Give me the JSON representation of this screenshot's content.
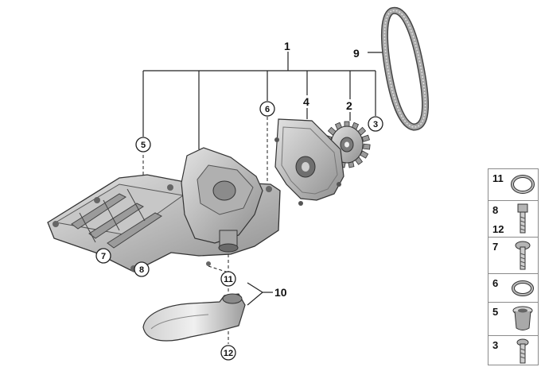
{
  "callouts": {
    "main": [
      "1",
      "9",
      "4",
      "2",
      "10"
    ],
    "circled": [
      "3",
      "6",
      "5",
      "7",
      "8",
      "11",
      "12"
    ]
  },
  "legend": {
    "rows": [
      {
        "num": "11",
        "part": "o-ring"
      },
      {
        "num": "8",
        "num2": "12",
        "part": "hex-bolt"
      },
      {
        "num": "7",
        "part": "flange-bolt"
      },
      {
        "num": "6",
        "part": "o-ring-small"
      },
      {
        "num": "5",
        "part": "sleeve"
      },
      {
        "num": "3",
        "part": "torx-bolt"
      }
    ]
  },
  "colors": {
    "line": "#222222",
    "metal": "#b9b9b9",
    "metal_dark": "#8c8c8c",
    "metal_light": "#dcdcdc"
  }
}
